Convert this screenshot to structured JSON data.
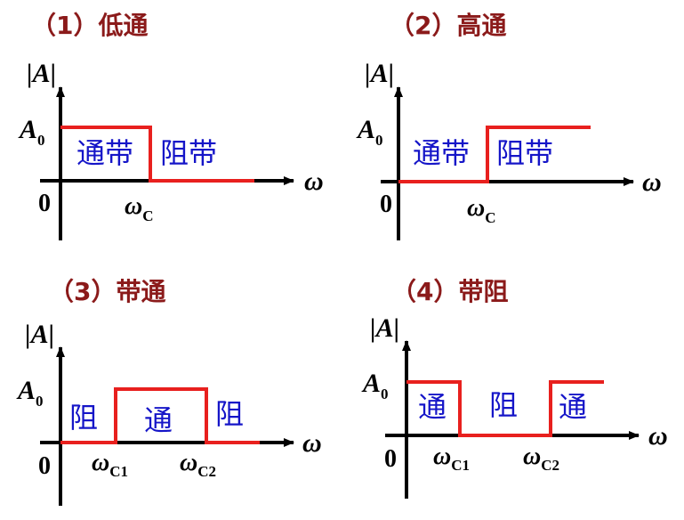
{
  "colors": {
    "heading": "#8B1A1A",
    "response": "#E8201E",
    "band_text": "#1515C8",
    "axis": "#000000"
  },
  "panels": [
    {
      "key": "lowpass",
      "heading": "（1）低通",
      "y_axis_label": "|A|",
      "amplitude_label": "A",
      "amplitude_sub": "0",
      "x_axis_label": "ω",
      "origin_label": "0",
      "cutoffs": [
        {
          "symbol": "ω",
          "sub": "C"
        }
      ],
      "bands": [
        "通带",
        "阻带"
      ]
    },
    {
      "key": "highpass",
      "heading": "（2）高通",
      "y_axis_label": "|A|",
      "amplitude_label": "A",
      "amplitude_sub": "0",
      "x_axis_label": "ω",
      "origin_label": "0",
      "cutoffs": [
        {
          "symbol": "ω",
          "sub": "C"
        }
      ],
      "bands": [
        "通带",
        "阻带"
      ]
    },
    {
      "key": "bandpass",
      "heading": "（3）带通",
      "y_axis_label": "|A|",
      "amplitude_label": "A",
      "amplitude_sub": "0",
      "x_axis_label": "ω",
      "origin_label": "0",
      "cutoffs": [
        {
          "symbol": "ω",
          "sub": "C1"
        },
        {
          "symbol": "ω",
          "sub": "C2"
        }
      ],
      "bands": [
        "阻",
        "通",
        "阻"
      ]
    },
    {
      "key": "bandstop",
      "heading": "（4）带阻",
      "y_axis_label": "|A|",
      "amplitude_label": "A",
      "amplitude_sub": "0",
      "x_axis_label": "ω",
      "origin_label": "0",
      "cutoffs": [
        {
          "symbol": "ω",
          "sub": "C1"
        },
        {
          "symbol": "ω",
          "sub": "C2"
        }
      ],
      "bands": [
        "通",
        "阻",
        "通"
      ]
    }
  ]
}
